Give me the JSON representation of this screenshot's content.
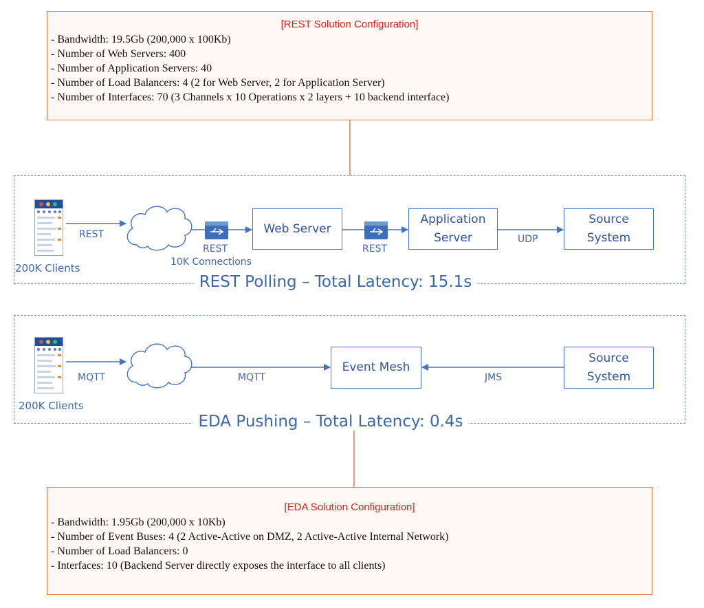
{
  "rest_config": {
    "title": "[REST Solution Configuration]",
    "lines": [
      "- Bandwidth: 19.5Gb (200,000 x 100Kb)",
      "- Number of Web Servers: 400",
      "- Number of Application Servers: 40",
      "- Number of Load Balancers: 4 (2 for Web Server, 2 for Application Server)",
      "- Number of Interfaces: 70 (3 Channels x 10 Operations x 2 layers + 10 backend interface)"
    ]
  },
  "rest_flow": {
    "title": "REST Polling – Total Latency: 15.1s",
    "clients_label": "200K Clients",
    "edge_client_cloud": "REST",
    "edge_cloud_lb": "REST",
    "edge_cloud_lb_sub": "10K Connections",
    "web_server": "Web Server",
    "edge_web_app": "REST",
    "app_server_line1": "Application",
    "app_server_line2": "Server",
    "edge_app_source": "UDP",
    "source_line1": "Source",
    "source_line2": "System"
  },
  "eda_flow": {
    "title": "EDA Pushing – Total Latency: 0.4s",
    "clients_label": "200K Clients",
    "edge_client_cloud": "MQTT",
    "edge_cloud_mesh": "MQTT",
    "event_mesh": "Event Mesh",
    "edge_source_mesh": "JMS",
    "source_line1": "Source",
    "source_line2": "System"
  },
  "eda_config": {
    "title": "[EDA Solution Configuration]",
    "lines": [
      "- Bandwidth: 1.95Gb (200,000 x 10Kb)",
      "- Number of Event Buses: 4 (2 Active-Active on DMZ, 2 Active-Active Internal Network)",
      "- Number of Load Balancers: 0",
      "- Interfaces: 10 (Backend Server directly exposes the interface to all clients)"
    ]
  },
  "colors": {
    "accent_blue": "#4472c4",
    "config_border": "#e07b45",
    "config_title": "#e02020"
  },
  "icons": [
    "phone-app-icon",
    "cloud-icon",
    "load-balancer-icon"
  ]
}
